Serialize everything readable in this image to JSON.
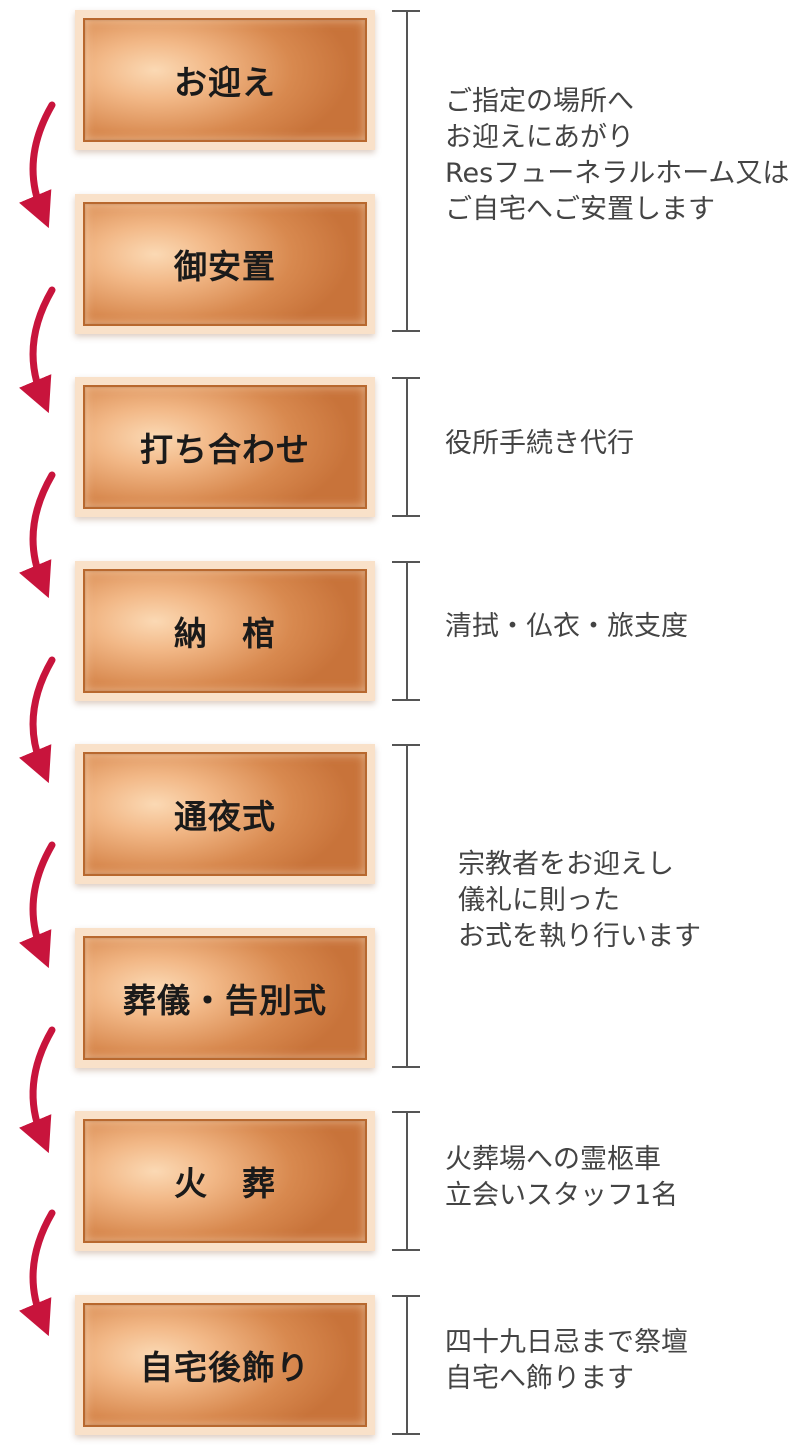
{
  "steps": [
    {
      "label": "お迎え"
    },
    {
      "label": "御安置"
    },
    {
      "label": "打ち合わせ"
    },
    {
      "label": "納　棺"
    },
    {
      "label": "通夜式"
    },
    {
      "label": "葬儀・告別式"
    },
    {
      "label": "火　葬"
    },
    {
      "label": "自宅後飾り"
    }
  ],
  "descriptions": [
    {
      "lines": [
        "ご指定の場所へ",
        "お迎えにあがり",
        "Resフューネラルホーム又は",
        "ご自宅へご安置します"
      ]
    },
    {
      "lines": [
        "役所手続き代行"
      ]
    },
    {
      "lines": [
        "清拭・仏衣・旅支度"
      ]
    },
    {
      "lines": [
        "宗教者をお迎えし",
        "儀礼に則った",
        "お式を執り行います"
      ]
    },
    {
      "lines": [
        "火葬場への霊柩車",
        "立会いスタッフ1名"
      ]
    },
    {
      "lines": [
        "四十九日忌まで祭壇",
        "自宅へ飾ります"
      ]
    }
  ],
  "colors": {
    "arrow": "#c8143c",
    "plate": "#e4995f",
    "plate_border": "#b8682e",
    "text": "#444444"
  },
  "icons": {
    "arrow": "curved-arrow-down-icon"
  }
}
